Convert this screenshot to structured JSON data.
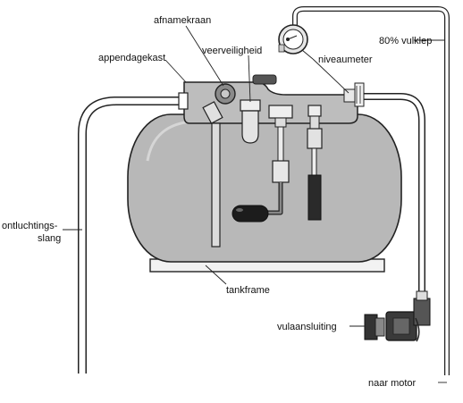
{
  "diagram": {
    "labels": {
      "afnamekraan": "afnamekraan",
      "appendagekast": "appendagekast",
      "veerveiligheid": "veerveiligheid",
      "niveaumeter": "niveaumeter",
      "vulklep": "80% vulklep",
      "ontluchtingsslang_line1": "ontluchtings-",
      "ontluchtingsslang_line2": "slang",
      "tankframe": "tankframe",
      "vulaansluiting": "vulaansluiting",
      "naar_motor": "naar motor"
    }
  }
}
